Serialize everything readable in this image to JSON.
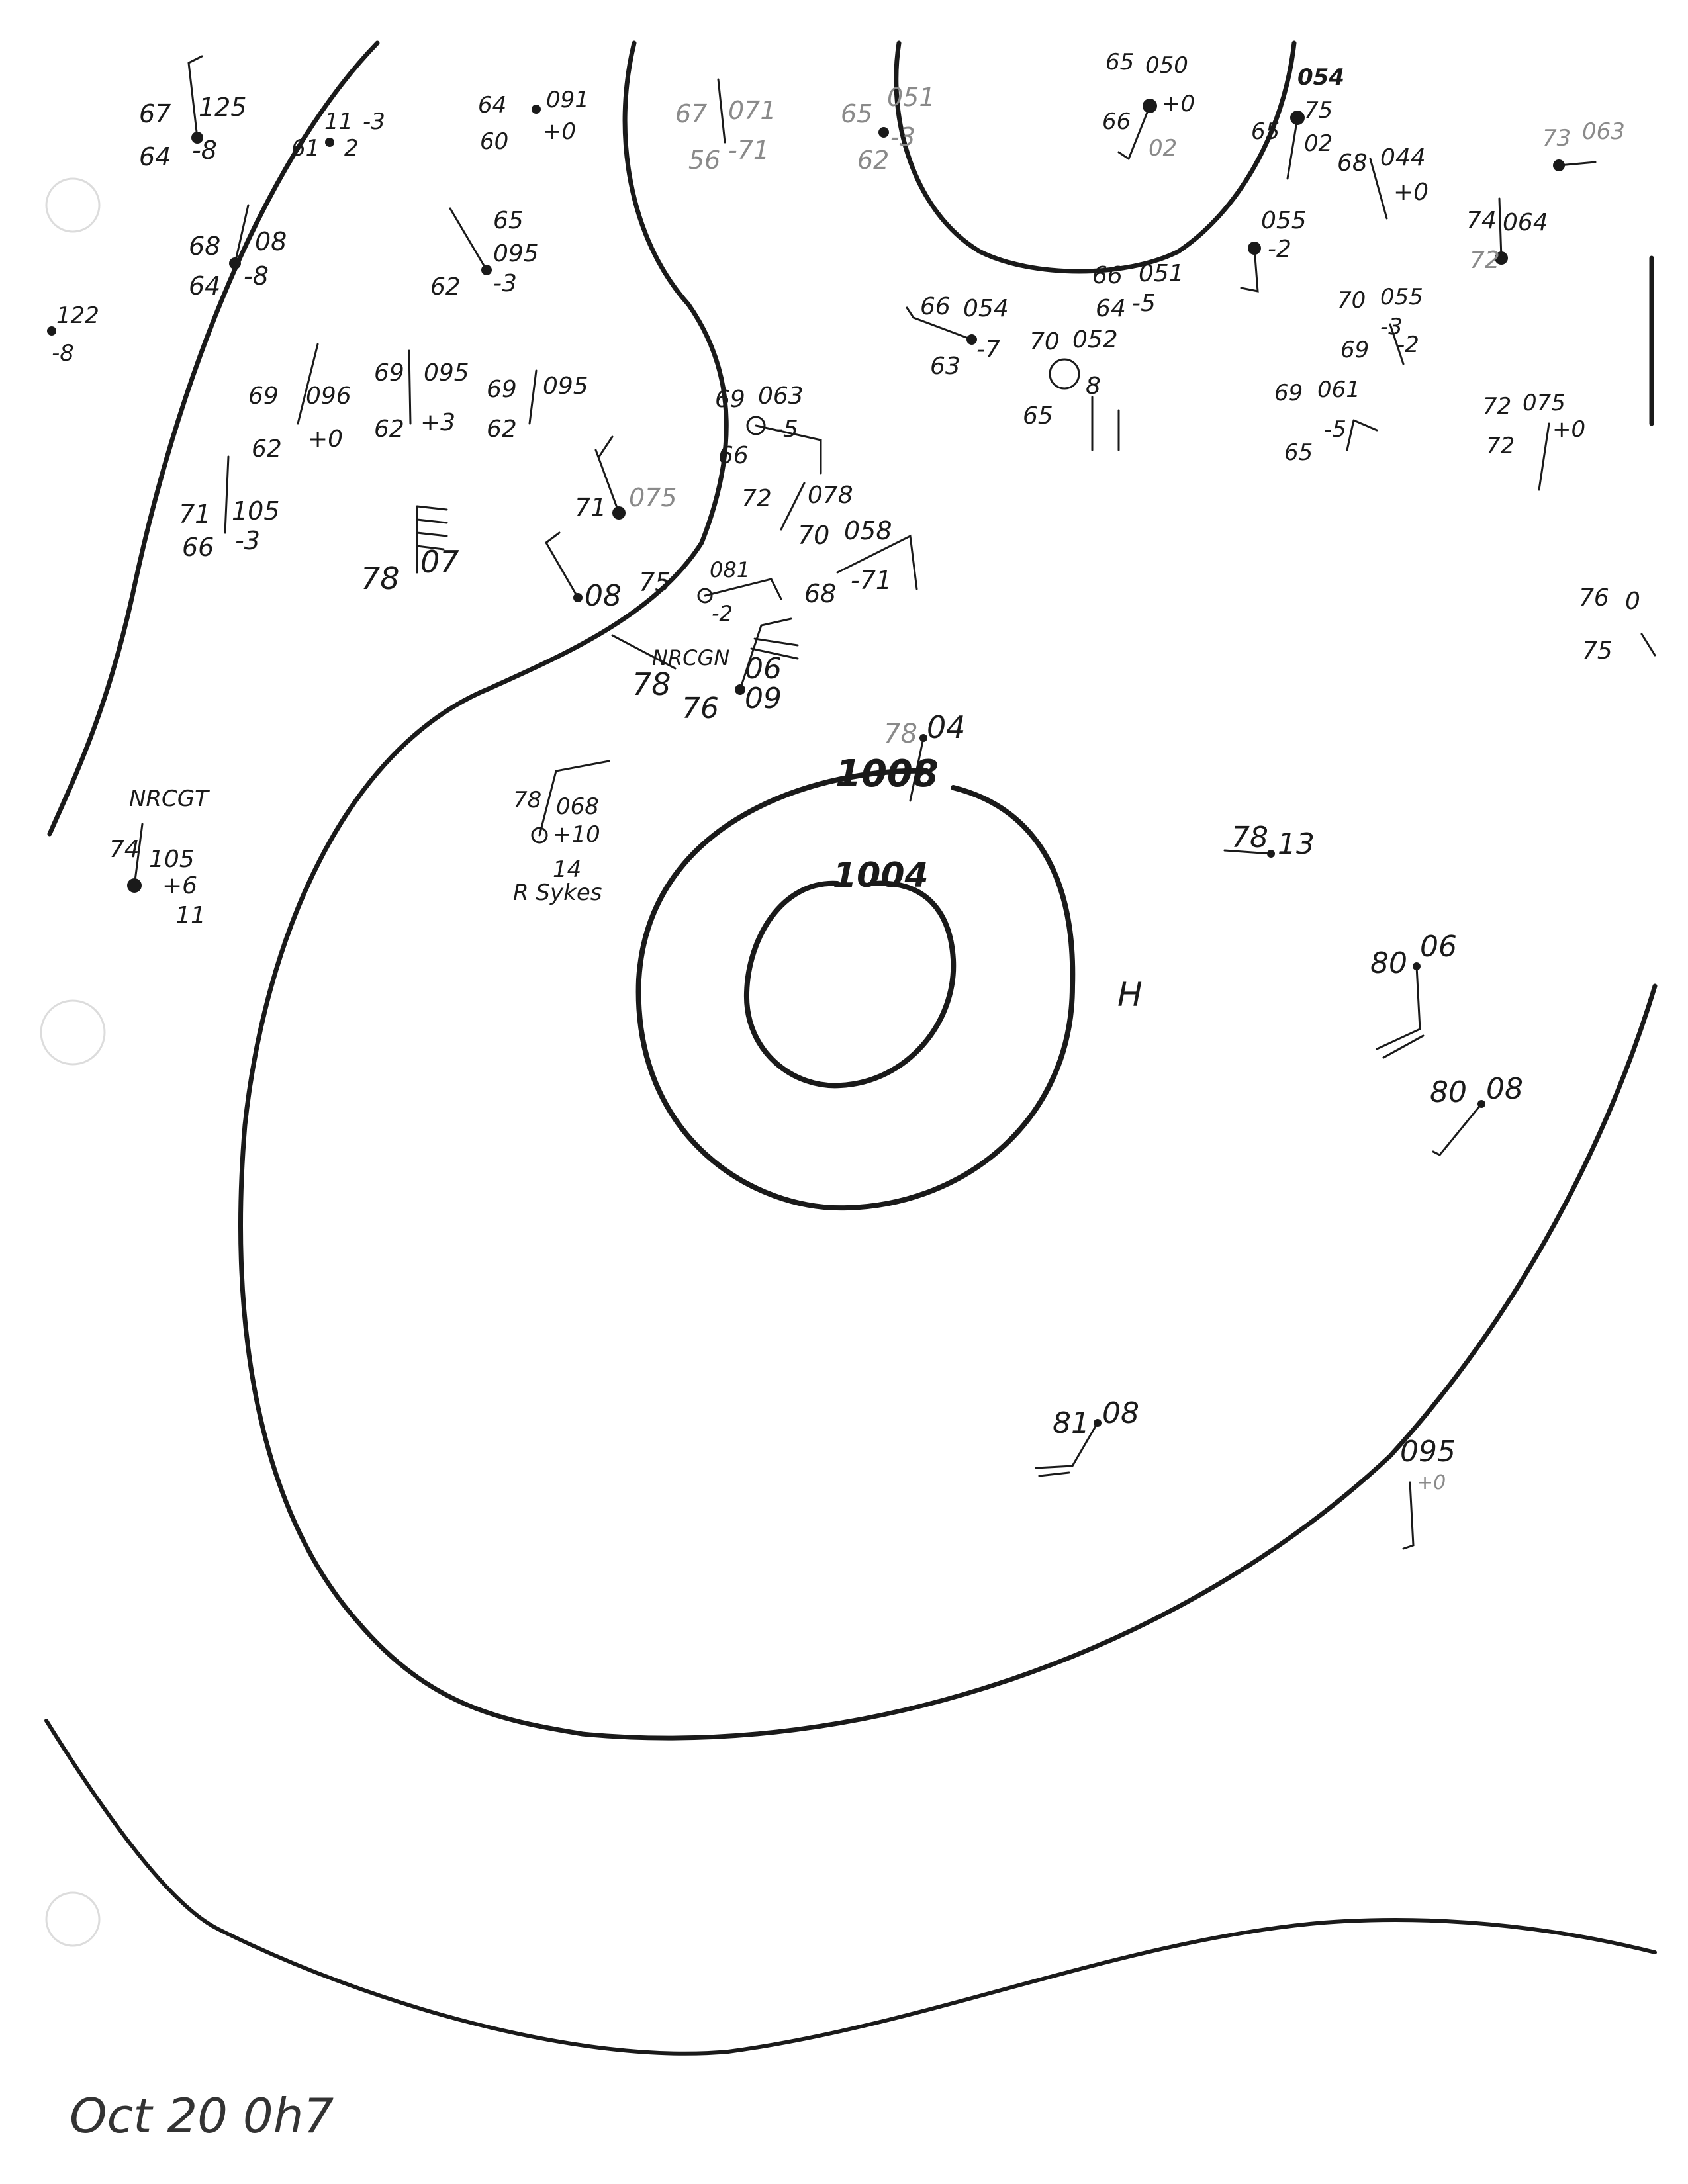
{
  "footer_date": "Oct 20 0h7",
  "isobars": {
    "outer_label": "1008",
    "inner_label": "1004",
    "high_marker": "H"
  },
  "stations": [
    {
      "id": "nw1",
      "lines": [
        "67",
        "125",
        "64",
        "-8"
      ]
    },
    {
      "id": "nw2",
      "lines": [
        "68",
        "08",
        "64",
        "-8"
      ]
    },
    {
      "id": "nw3",
      "lines": [
        "122",
        "-8"
      ]
    },
    {
      "id": "n1",
      "lines": [
        "11",
        "-3",
        "61",
        "2"
      ]
    },
    {
      "id": "n2",
      "lines": [
        "64",
        "091",
        "60",
        "+0"
      ]
    },
    {
      "id": "n3",
      "lines": [
        "67",
        "071",
        "56",
        "-71"
      ]
    },
    {
      "id": "n4",
      "lines": [
        "65",
        "051",
        "62",
        "-3"
      ]
    },
    {
      "id": "c1",
      "lines": [
        "65",
        "095",
        "62",
        "-3"
      ]
    },
    {
      "id": "c2",
      "lines": [
        "69",
        "096",
        "62",
        "+0"
      ]
    },
    {
      "id": "c3",
      "lines": [
        "69",
        "095",
        "62",
        "+3"
      ]
    },
    {
      "id": "c4",
      "lines": [
        "69",
        "095",
        "62"
      ]
    },
    {
      "id": "c5",
      "lines": [
        "71",
        "105",
        "66",
        "-3"
      ]
    },
    {
      "id": "c6",
      "lines": [
        "78",
        "07"
      ]
    },
    {
      "id": "c7",
      "lines": [
        "71",
        "075"
      ]
    },
    {
      "id": "c8",
      "lines": [
        "08",
        "75"
      ]
    },
    {
      "id": "c9",
      "lines": [
        "69",
        "063",
        "66",
        "-5"
      ]
    },
    {
      "id": "c10",
      "lines": [
        "72",
        "078"
      ]
    },
    {
      "id": "c11",
      "lines": [
        "70",
        "058",
        "68",
        "-71"
      ]
    },
    {
      "id": "c12",
      "lines": [
        "081",
        "-2"
      ]
    },
    {
      "id": "c13",
      "lines": [
        "NRCGN",
        "78",
        "06",
        "76",
        "09"
      ]
    },
    {
      "id": "ne1",
      "lines": [
        "65",
        "050",
        "66",
        "+0",
        "02"
      ]
    },
    {
      "id": "ne2",
      "lines": [
        "054",
        "75",
        "65",
        "02"
      ]
    },
    {
      "id": "ne3",
      "lines": [
        "68",
        "044",
        "+0"
      ]
    },
    {
      "id": "ne4",
      "lines": [
        "66",
        "051",
        "64",
        "-5"
      ]
    },
    {
      "id": "ne5",
      "lines": [
        "66",
        "054",
        "63",
        "-7"
      ]
    },
    {
      "id": "ne6",
      "lines": [
        "70",
        "052",
        "65",
        "8"
      ]
    },
    {
      "id": "ne7",
      "lines": [
        "055",
        "-2"
      ]
    },
    {
      "id": "ne8",
      "lines": [
        "70",
        "055",
        "69",
        "-3",
        "-2"
      ]
    },
    {
      "id": "ne9",
      "lines": [
        "69",
        "061",
        "65",
        "-5"
      ]
    },
    {
      "id": "ne10",
      "lines": [
        "74",
        "064",
        "72"
      ]
    },
    {
      "id": "ne11",
      "lines": [
        "72",
        "075",
        "72",
        "+0"
      ]
    },
    {
      "id": "ne12",
      "lines": [
        "73",
        "063"
      ]
    },
    {
      "id": "e1",
      "lines": [
        "76",
        "0"
      ]
    },
    {
      "id": "e2",
      "lines": [
        "75"
      ]
    },
    {
      "id": "w1",
      "lines": [
        "NRCGT",
        "74",
        "105",
        "+6",
        "11"
      ]
    },
    {
      "id": "w2",
      "lines": [
        "78",
        "068",
        "+10",
        "14",
        "R Sykes"
      ]
    },
    {
      "id": "s1",
      "lines": [
        "78",
        "04"
      ]
    },
    {
      "id": "s2",
      "lines": [
        "78",
        "13"
      ]
    },
    {
      "id": "s3",
      "lines": [
        "80",
        "06"
      ]
    },
    {
      "id": "s4",
      "lines": [
        "80",
        "08"
      ]
    },
    {
      "id": "s5",
      "lines": [
        "81",
        "08"
      ]
    },
    {
      "id": "s6",
      "lines": [
        "095",
        "+0"
      ]
    }
  ]
}
